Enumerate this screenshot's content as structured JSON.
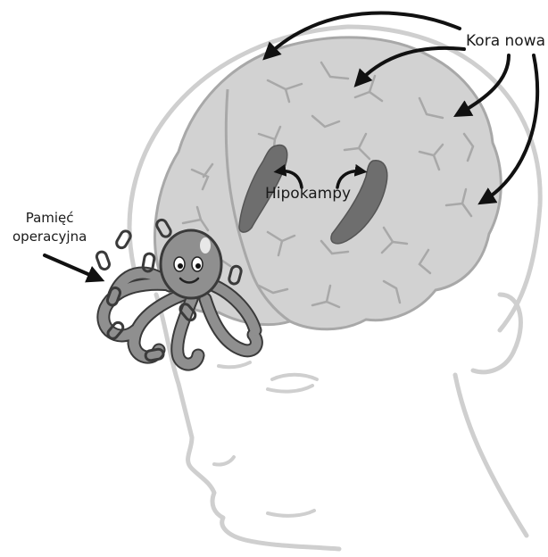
{
  "labels": {
    "neocortex": "Kora nowa",
    "hippocampi": "Hipokampy",
    "working_memory_line1": "Pamięć",
    "working_memory_line2": "operacyjna"
  },
  "icons": {
    "head": "head-outline-icon",
    "brain": "brain-icon",
    "hippocampus": "hippocampus-icon",
    "octopus": "octopus-icon",
    "chain_link": "chain-link-icon"
  },
  "colors": {
    "head_outline": "#cfcfcf",
    "brain_fill": "#d2d2d2",
    "brain_stroke": "#a8a8a8",
    "hippocampus": "#6e6e6e",
    "octopus_fill": "#8f8f8f",
    "arrow": "#111111"
  }
}
